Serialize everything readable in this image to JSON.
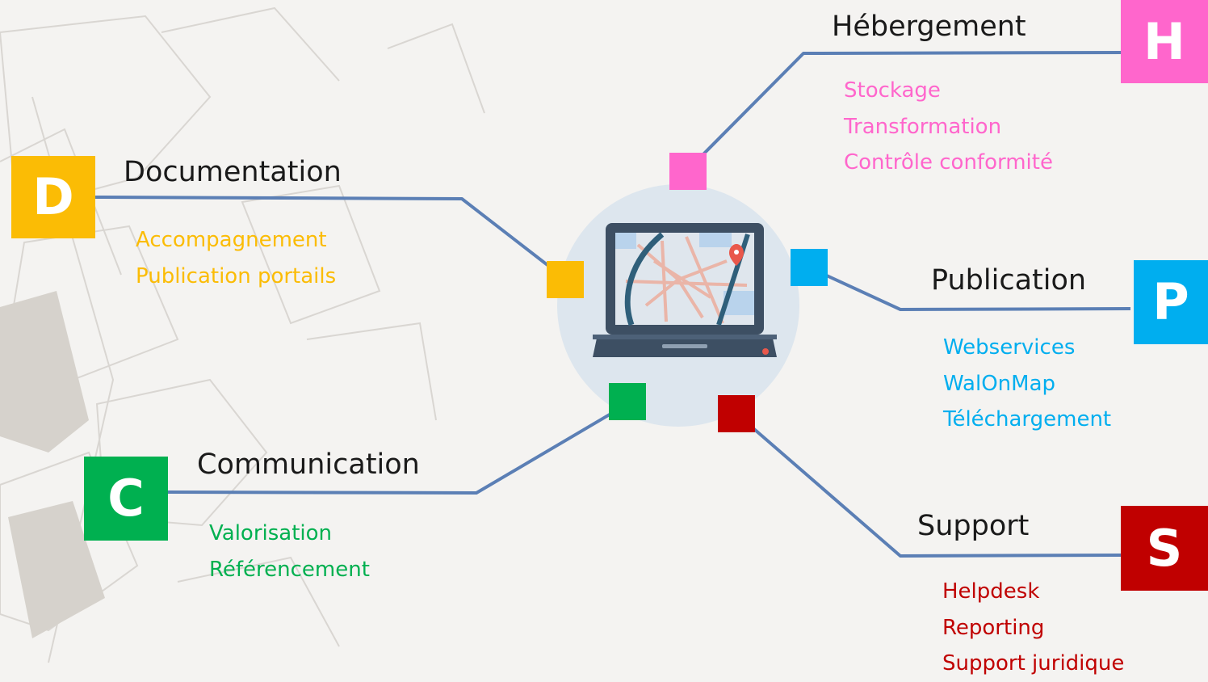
{
  "colors": {
    "documentation": "#fbbc05",
    "hebergement": "#ff66cc",
    "publication": "#00aeef",
    "communication": "#00b050",
    "support": "#c00000",
    "connector": "#5b7fb5",
    "hub_circle": "#dde6ee"
  },
  "hub": {
    "icon": "laptop-map-icon"
  },
  "categories": {
    "documentation": {
      "letter": "D",
      "title": "Documentation",
      "items": [
        "Accompagnement",
        "Publication portails"
      ]
    },
    "hebergement": {
      "letter": "H",
      "title": "Hébergement",
      "items": [
        "Stockage",
        "Transformation",
        "Contrôle conformité"
      ]
    },
    "publication": {
      "letter": "P",
      "title": "Publication",
      "items": [
        "Webservices",
        "WalOnMap",
        "Téléchargement"
      ]
    },
    "communication": {
      "letter": "C",
      "title": "Communication",
      "items": [
        "Valorisation",
        "Référencement"
      ]
    },
    "support": {
      "letter": "S",
      "title": "Support",
      "items": [
        "Helpdesk",
        "Reporting",
        "Support juridique"
      ]
    }
  }
}
